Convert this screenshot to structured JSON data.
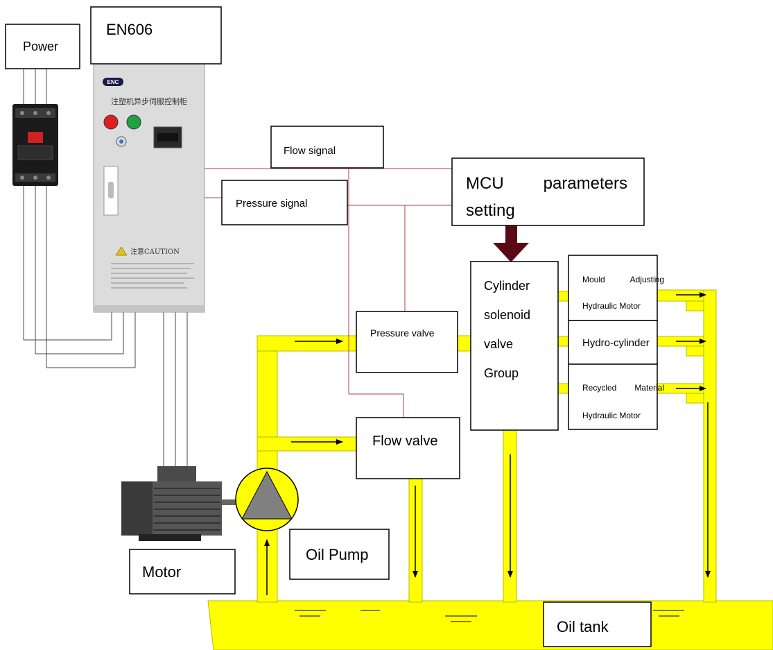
{
  "labels": {
    "power": "Power",
    "controller": "EN606",
    "flow_signal": "Flow signal",
    "pressure_signal": "Pressure signal",
    "mcu_line1": "MCU",
    "mcu_line1b": "parameters",
    "mcu_line2": "setting",
    "cylinder_valve_1": "Cylinder",
    "cylinder_valve_2": "solenoid",
    "cylinder_valve_3": "valve",
    "cylinder_valve_4": "Group",
    "mould_1a": "Mould",
    "mould_1b": "Adjusting",
    "mould_2": "Hydraulic Motor",
    "hydro_cylinder": "Hydro-cylinder",
    "recycled_1a": "Recycled",
    "recycled_1b": "Material",
    "recycled_2": "Hydraulic Motor",
    "pressure_valve": "Pressure valve",
    "flow_valve": "Flow valve",
    "oil_pump": "Oil Pump",
    "motor": "Motor",
    "oil_tank": "Oil tank"
  },
  "cabinet": {
    "brand": "ENC",
    "title": "注塑机异步伺服控制柜",
    "caution": "注意CAUTION"
  },
  "colors": {
    "oil": "#ffff00",
    "oil_edge": "#b8b800",
    "signal_line": "#b04040",
    "mcu_arrow": "#5a0a14",
    "wire": "#444444",
    "cabinet": "#dcdcdc"
  }
}
